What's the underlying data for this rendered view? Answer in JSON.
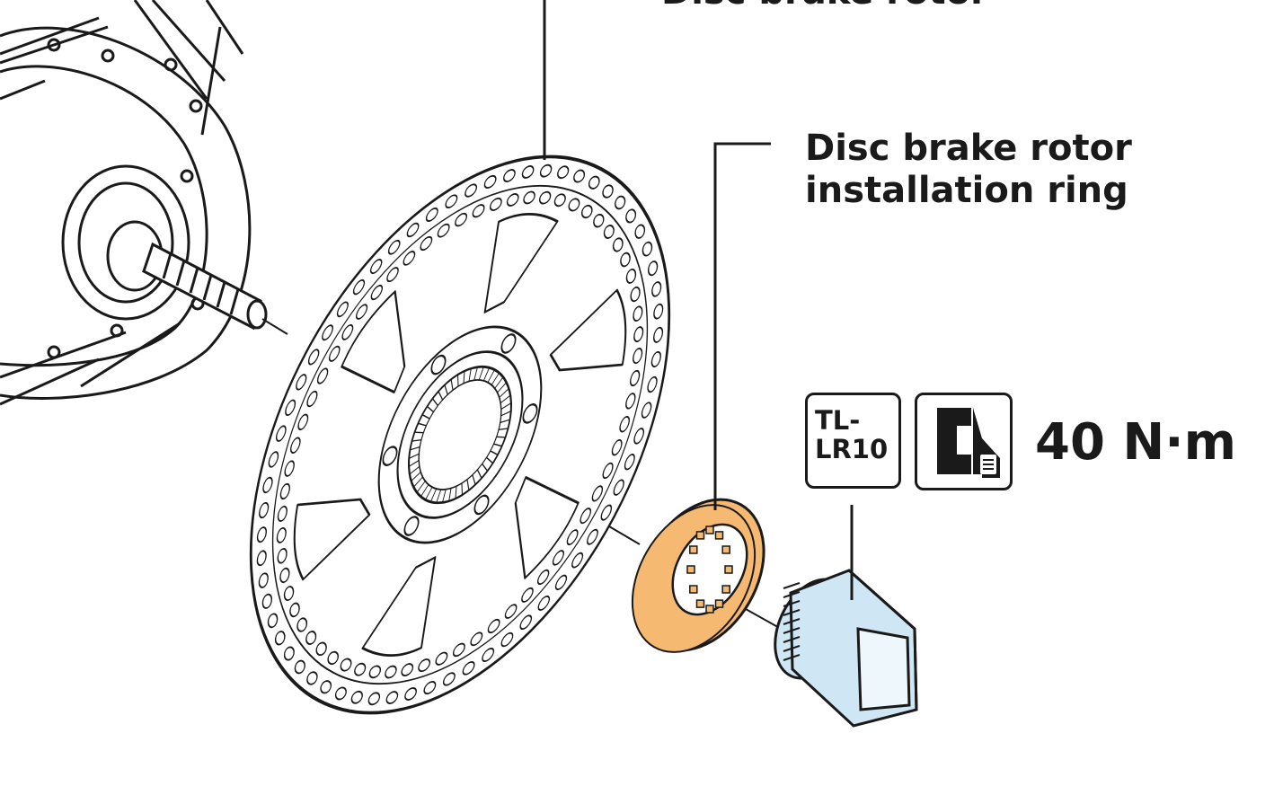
{
  "labels": {
    "rotor": "Disc brake rotor",
    "ring_line1": "Disc brake rotor",
    "ring_line2": "installation ring"
  },
  "tool": {
    "code_line1": "TL-",
    "code_line2": "LR10"
  },
  "torque": {
    "value": "40 N·m",
    "icon": "torque-wrench-icon"
  },
  "colors": {
    "ink": "#1a1a1a",
    "ring_fill": "#f5b972",
    "tool_fill": "#cfe6f4"
  }
}
